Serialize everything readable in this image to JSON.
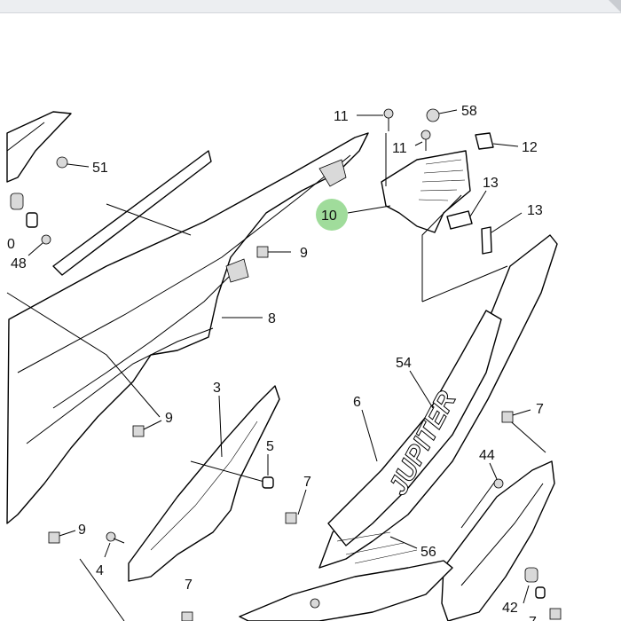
{
  "callouts": {
    "c11a": "11",
    "c58": "58",
    "c11b": "11",
    "c12": "12",
    "c13a": "13",
    "c13b": "13",
    "c10": "10",
    "c51": "51",
    "c9a": "9",
    "c0": "0",
    "c48": "48",
    "c8": "8",
    "c54": "54",
    "c3": "3",
    "c6": "6",
    "c9b": "9",
    "c7a": "7",
    "c5": "5",
    "c44": "44",
    "c7b": "7",
    "c9c": "9",
    "c4": "4",
    "c56": "56",
    "c7c": "7",
    "c42": "42",
    "c7d": "7"
  },
  "highlight_color": "#8fd68a",
  "decal_text": "JUPITER"
}
